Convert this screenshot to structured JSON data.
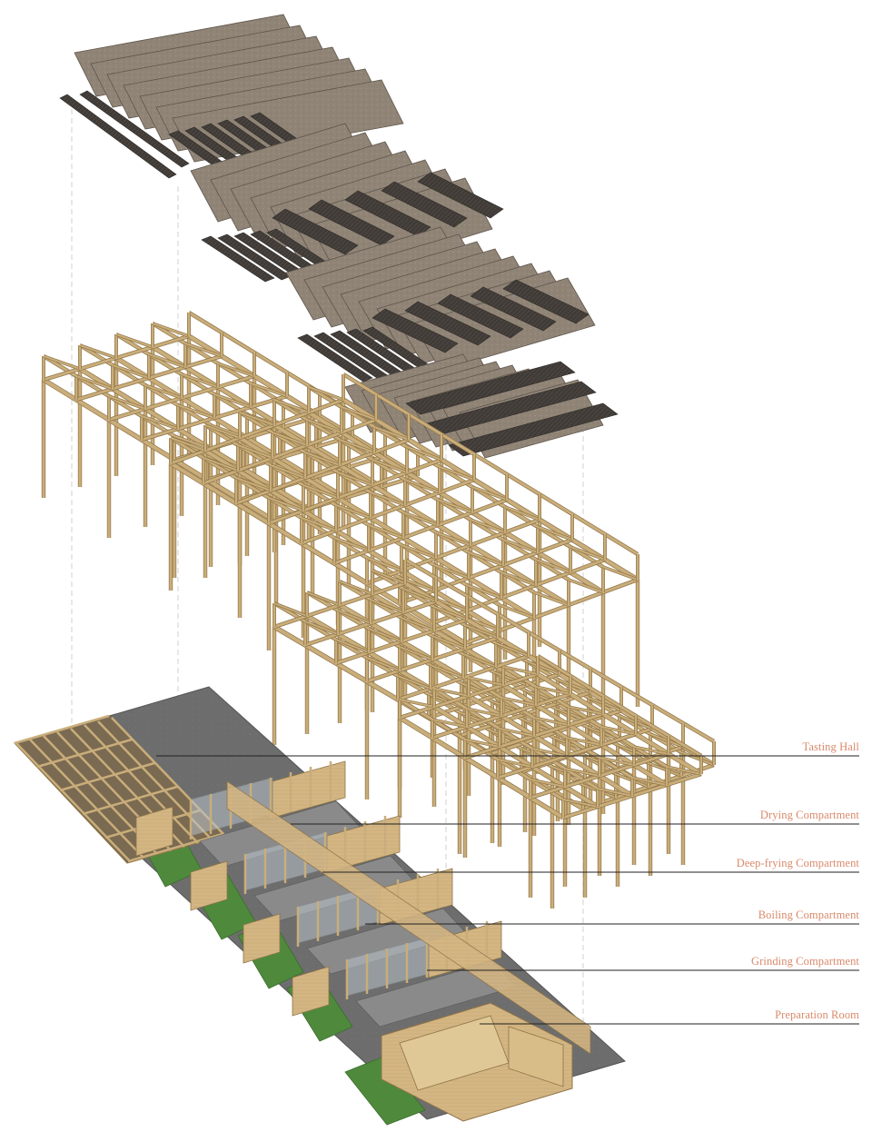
{
  "diagram": {
    "type": "exploded axonometric",
    "layers": [
      "roof panels",
      "timber frame structure",
      "ground floor plan"
    ],
    "colors": {
      "roof_panel": "#8f8376",
      "roof_panel_stroke": "#5e554c",
      "solar_strip": "#3e3a36",
      "timber": "#c9ad7a",
      "timber_dark": "#8e7447",
      "floor_grey": "#6f6f6f",
      "grass": "#4f8a3c",
      "wall_wood": "#d3b683",
      "label_color": "#d9896a",
      "guide_line": "#cfcfcf"
    }
  },
  "labels": [
    {
      "id": "tasting-hall",
      "text": "Tasting Hall"
    },
    {
      "id": "drying-compartment",
      "text": "Drying Compartment"
    },
    {
      "id": "deep-frying-compartment",
      "text": "Deep-frying Compartment"
    },
    {
      "id": "boiling-compartment",
      "text": "Boiling Compartment"
    },
    {
      "id": "grinding-compartment",
      "text": "Grinding Compartment"
    },
    {
      "id": "preparation-room",
      "text": "Preparation Room"
    }
  ]
}
